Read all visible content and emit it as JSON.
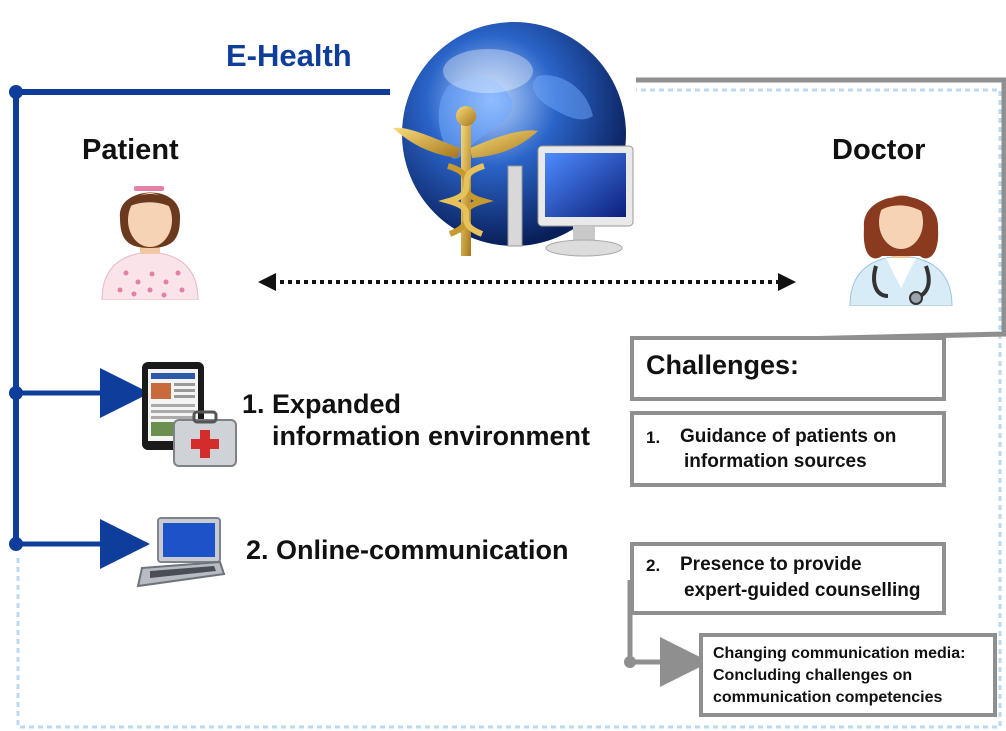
{
  "title": "E-Health",
  "patient": {
    "label": "Patient"
  },
  "doctor": {
    "label": "Doctor"
  },
  "patient_side": {
    "item1_line1": "1. Expanded",
    "item1_line2": "information environment",
    "item2": "2. Online-communication"
  },
  "challenges": {
    "heading": "Challenges:",
    "item1_num": "1.",
    "item1_line1": "Guidance of patients on",
    "item1_line2": "information sources",
    "item2_num": "2.",
    "item2_line1": "Presence to provide",
    "item2_line2": "expert-guided counselling",
    "conclusion_line1": "Changing communication media:",
    "conclusion_line2": "Concluding challenges on",
    "conclusion_line3": "communication competencies"
  },
  "colors": {
    "accent": "#0f3d9c",
    "gray": "#8f8f8f",
    "dotted": "#bcd9f0"
  },
  "icons": [
    "globe-caduceus-computer-icon",
    "patient-avatar-icon",
    "doctor-avatar-icon",
    "tablet-medkit-icon",
    "laptop-icon"
  ]
}
